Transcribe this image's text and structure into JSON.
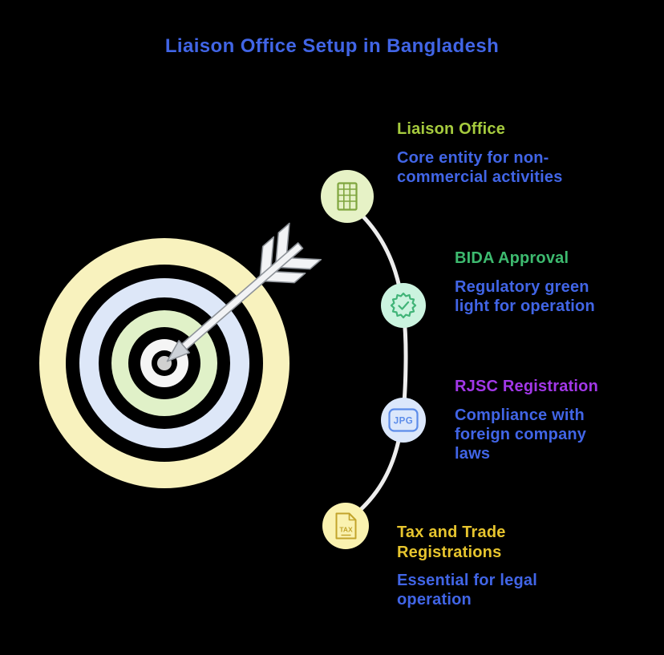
{
  "page": {
    "background": "#000000"
  },
  "header": {
    "title": "Liaison Office Setup in Bangladesh",
    "title_color": "#4165e6"
  },
  "dartboard": {
    "ring_colors": [
      "#f8f2be",
      "#dde7f8",
      "#e0f1c8",
      "#f5f5f5"
    ],
    "center_dot_color": "#d0d0d0",
    "arrow_color": "#f2f3f5"
  },
  "timeline": {
    "line_color": "#ededed",
    "description_color": "#4165e6",
    "items": [
      {
        "label": "Liaison Office",
        "label_color": "#a6cb3e",
        "description": "Core entity for non-\ncommercial activities",
        "icon": "building-icon",
        "circle_color": "#e6f2c6",
        "icon_color": "#7fa53f"
      },
      {
        "label": "BIDA Approval",
        "label_color": "#3dba6f",
        "description": "Regulatory green\nlight for operation",
        "icon": "seal-check-icon",
        "circle_color": "#cbf3df",
        "icon_color": "#41b478"
      },
      {
        "label": "RJSC Registration",
        "label_color": "#a238e8",
        "description": "Compliance with\nforeign company\nlaws",
        "icon": "jpg-file-icon",
        "icon_text": "JPG",
        "circle_color": "#dbe7fb",
        "icon_color": "#5c8cea"
      },
      {
        "label": "Tax and Trade\nRegistrations",
        "label_color": "#e7c52e",
        "description": "Essential for legal\noperation",
        "icon": "tax-document-icon",
        "icon_text": "TAX",
        "circle_color": "#faf2b0",
        "icon_color": "#c2a42b"
      }
    ]
  }
}
